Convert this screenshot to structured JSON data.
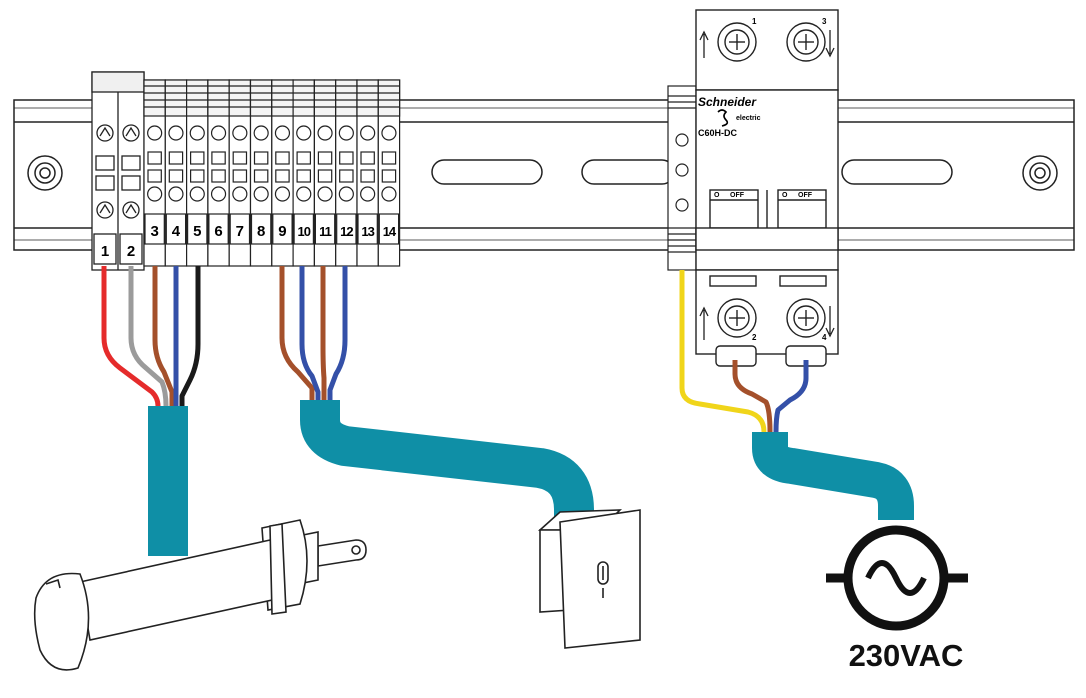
{
  "terminals": {
    "left_numbers": [
      "1",
      "2"
    ],
    "numbers": [
      "3",
      "4",
      "5",
      "6",
      "7",
      "8",
      "9",
      "10",
      "11",
      "12",
      "13",
      "14"
    ]
  },
  "breaker": {
    "brand": "Schneider",
    "brand_sub": "electric",
    "model": "C60H-DC",
    "top_terminals": [
      "1",
      "3"
    ],
    "bottom_terminals": [
      "2",
      "4"
    ],
    "switch_text": [
      "O",
      "OFF"
    ]
  },
  "power": {
    "label": "230VAC"
  },
  "colors": {
    "cable": "#0f8fa6",
    "red": "#e52b2b",
    "grey": "#9b9b9b",
    "brown": "#a4502b",
    "blue": "#3450a8",
    "black": "#1a1a1a",
    "yellow": "#f0d51a"
  }
}
